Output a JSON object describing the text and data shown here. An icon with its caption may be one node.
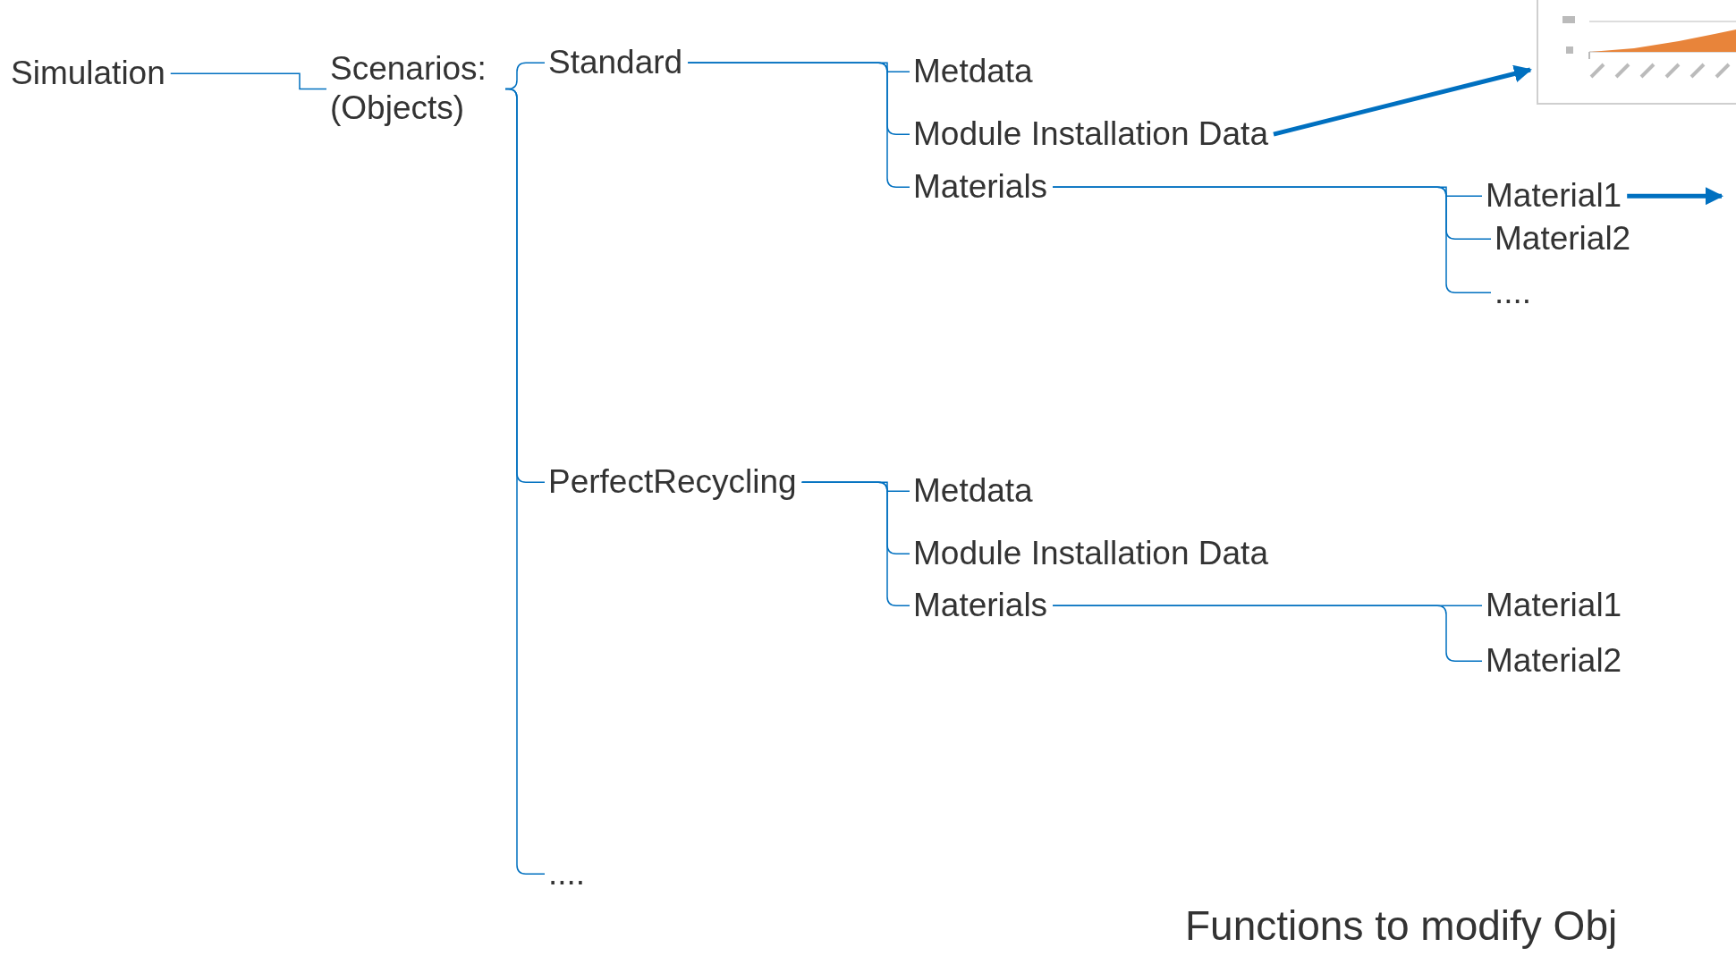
{
  "diagram": {
    "nodes": [
      {
        "text": [
          "Simulation"
        ]
      },
      {
        "text": [
          "Scenarios: (Objects)"
        ]
      },
      {
        "text": [
          "Standard"
        ]
      },
      {
        "text": [
          "PerfectRecycling"
        ]
      },
      {
        "text": [
          "...."
        ]
      },
      {
        "text": [
          "Metdata"
        ]
      },
      {
        "text": [
          "Module Installation Data"
        ]
      },
      {
        "text": [
          "Materials"
        ]
      },
      {
        "text": [
          "Metdata"
        ]
      },
      {
        "text": [
          "Module Installation Data"
        ]
      },
      {
        "text": [
          "Materials"
        ]
      },
      {
        "text": [
          "Material1"
        ]
      },
      {
        "text": [
          "Material2"
        ]
      },
      {
        "text": [
          "...."
        ]
      },
      {
        "text": [
          "Material1"
        ]
      },
      {
        "text": [
          "Material2"
        ]
      },
      {
        "text": [],
        "shape": "picture"
      }
    ],
    "edges": [
      {
        "from": 0,
        "to": 1,
        "arrow": "none"
      },
      {
        "from": 1,
        "to": 2,
        "arrow": "none"
      },
      {
        "from": 1,
        "to": 3,
        "arrow": "none"
      },
      {
        "from": 1,
        "to": 4,
        "arrow": "none"
      },
      {
        "from": 2,
        "to": 5,
        "arrow": "none"
      },
      {
        "from": 2,
        "to": 6,
        "arrow": "none"
      },
      {
        "from": 2,
        "to": 7,
        "arrow": "none"
      },
      {
        "from": 3,
        "to": 8,
        "arrow": "none"
      },
      {
        "from": 3,
        "to": 9,
        "arrow": "none"
      },
      {
        "from": 3,
        "to": 10,
        "arrow": "none"
      },
      {
        "from": 7,
        "to": 11,
        "arrow": "none"
      },
      {
        "from": 7,
        "to": 12,
        "arrow": "none"
      },
      {
        "from": 7,
        "to": 13,
        "arrow": "none"
      },
      {
        "from": 10,
        "to": 14,
        "arrow": "none"
      },
      {
        "from": 10,
        "to": 15,
        "arrow": "none"
      },
      {
        "from": 6,
        "to": 16,
        "arrow": "to",
        "style": "thick"
      },
      {
        "from": 11,
        "to": null,
        "arrow": "to",
        "style": "thick"
      }
    ],
    "labels": [
      "Functions to modify Obj"
    ]
  }
}
